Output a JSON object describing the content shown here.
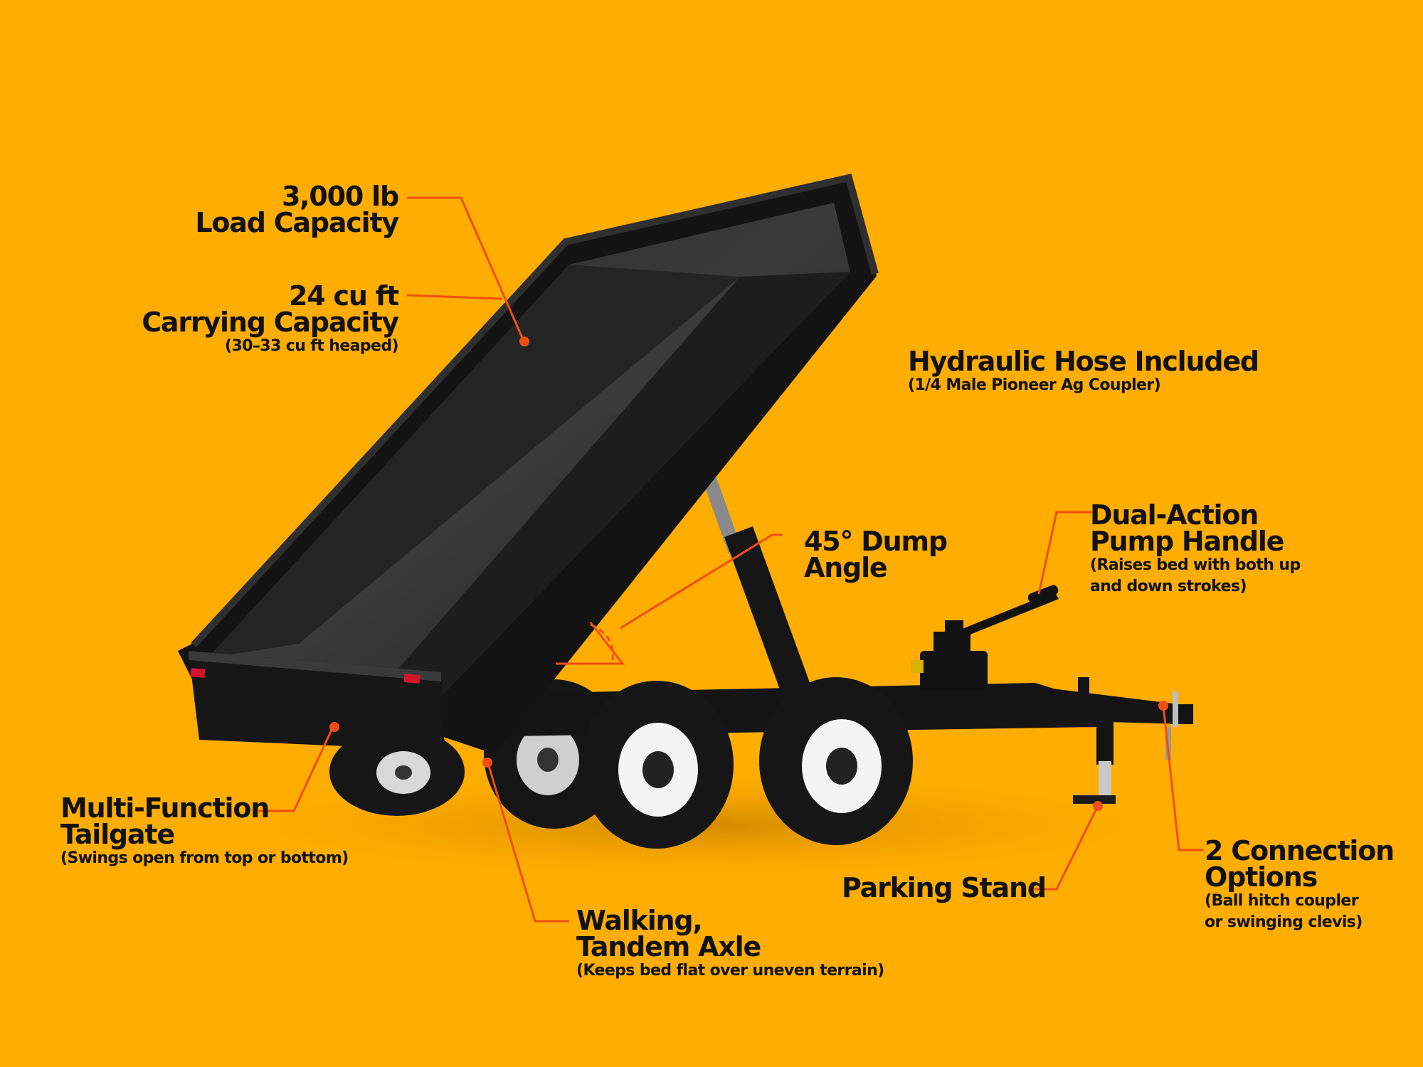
{
  "colors": {
    "background": "#FFAD00",
    "leader_line": "#F04E12",
    "trailer_body": "#111111",
    "text": "#111111",
    "wheel_rim": "#F4F4F4",
    "reflector": "#D2152A"
  },
  "callouts": {
    "load_capacity": {
      "title_line1": "3,000 lb",
      "title_line2": "Load Capacity"
    },
    "carrying_capacity": {
      "title_line1": "24 cu ft",
      "title_line2": "Carrying Capacity",
      "sub": "(30–33 cu ft heaped)"
    },
    "hydraulic_hose": {
      "title": "Hydraulic Hose Included",
      "sub": "(1/4 Male Pioneer Ag Coupler)"
    },
    "dump_angle": {
      "title_line1": "45° Dump",
      "title_line2": "Angle"
    },
    "pump_handle": {
      "title_line1": "Dual-Action",
      "title_line2": "Pump Handle",
      "sub_line1": "(Raises bed with both up",
      "sub_line2": "and down strokes)"
    },
    "tailgate": {
      "title_line1": "Multi-Function",
      "title_line2": "Tailgate",
      "sub": "(Swings open from top or bottom)"
    },
    "axle": {
      "title_line1": "Walking,",
      "title_line2": "Tandem Axle",
      "sub": "(Keeps bed flat over uneven terrain)"
    },
    "parking_stand": {
      "title": "Parking Stand"
    },
    "connection": {
      "title_line1": "2 Connection",
      "title_line2": "Options",
      "sub_line1": "(Ball hitch coupler",
      "sub_line2": "or swinging clevis)"
    }
  }
}
